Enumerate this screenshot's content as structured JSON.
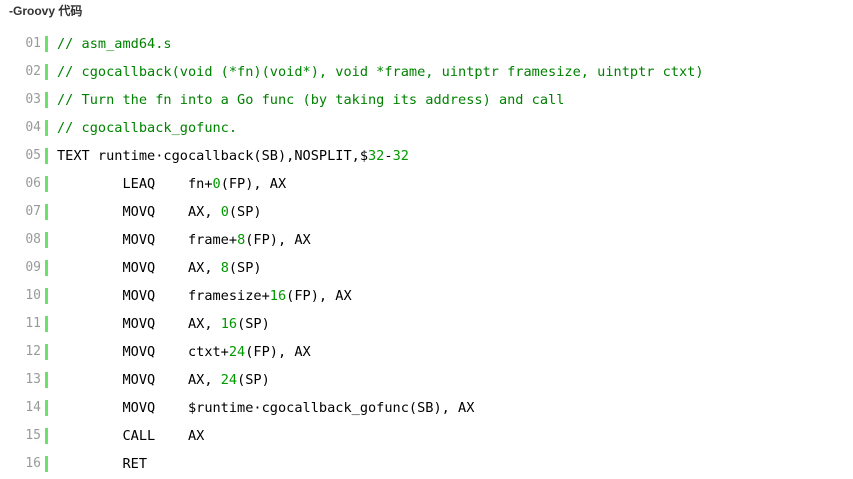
{
  "header": {
    "label": "-Groovy 代码"
  },
  "code": {
    "accent_color": "#6ce26c",
    "comment_color": "#008200",
    "number_color": "#009900",
    "lines": [
      {
        "num": "01",
        "segs": [
          {
            "t": "// asm_amd64.s",
            "c": "comment"
          }
        ]
      },
      {
        "num": "02",
        "segs": [
          {
            "t": "// cgocallback(void (*fn)(void*), void *frame, uintptr framesize, uintptr ctxt)",
            "c": "comment"
          }
        ]
      },
      {
        "num": "03",
        "segs": [
          {
            "t": "// Turn the fn into a Go func (by taking its address) and call",
            "c": "comment"
          }
        ]
      },
      {
        "num": "04",
        "segs": [
          {
            "t": "// cgocallback_gofunc.",
            "c": "comment"
          }
        ]
      },
      {
        "num": "05",
        "segs": [
          {
            "t": "TEXT runtime·cgocallback(SB),NOSPLIT,$"
          },
          {
            "t": "32",
            "c": "num"
          },
          {
            "t": "-"
          },
          {
            "t": "32",
            "c": "num"
          }
        ]
      },
      {
        "num": "06",
        "segs": [
          {
            "t": "        LEAQ    fn+"
          },
          {
            "t": "0",
            "c": "num"
          },
          {
            "t": "(FP), AX"
          }
        ]
      },
      {
        "num": "07",
        "segs": [
          {
            "t": "        MOVQ    AX, "
          },
          {
            "t": "0",
            "c": "num"
          },
          {
            "t": "(SP)"
          }
        ]
      },
      {
        "num": "08",
        "segs": [
          {
            "t": "        MOVQ    frame+"
          },
          {
            "t": "8",
            "c": "num"
          },
          {
            "t": "(FP), AX"
          }
        ]
      },
      {
        "num": "09",
        "segs": [
          {
            "t": "        MOVQ    AX, "
          },
          {
            "t": "8",
            "c": "num"
          },
          {
            "t": "(SP)"
          }
        ]
      },
      {
        "num": "10",
        "segs": [
          {
            "t": "        MOVQ    framesize+"
          },
          {
            "t": "16",
            "c": "num"
          },
          {
            "t": "(FP), AX"
          }
        ]
      },
      {
        "num": "11",
        "segs": [
          {
            "t": "        MOVQ    AX, "
          },
          {
            "t": "16",
            "c": "num"
          },
          {
            "t": "(SP)"
          }
        ]
      },
      {
        "num": "12",
        "segs": [
          {
            "t": "        MOVQ    ctxt+"
          },
          {
            "t": "24",
            "c": "num"
          },
          {
            "t": "(FP), AX"
          }
        ]
      },
      {
        "num": "13",
        "segs": [
          {
            "t": "        MOVQ    AX, "
          },
          {
            "t": "24",
            "c": "num"
          },
          {
            "t": "(SP)"
          }
        ]
      },
      {
        "num": "14",
        "segs": [
          {
            "t": "        MOVQ    $runtime·cgocallback_gofunc(SB), AX"
          }
        ]
      },
      {
        "num": "15",
        "segs": [
          {
            "t": "        CALL    AX"
          }
        ]
      },
      {
        "num": "16",
        "segs": [
          {
            "t": "        RET"
          }
        ]
      }
    ]
  }
}
